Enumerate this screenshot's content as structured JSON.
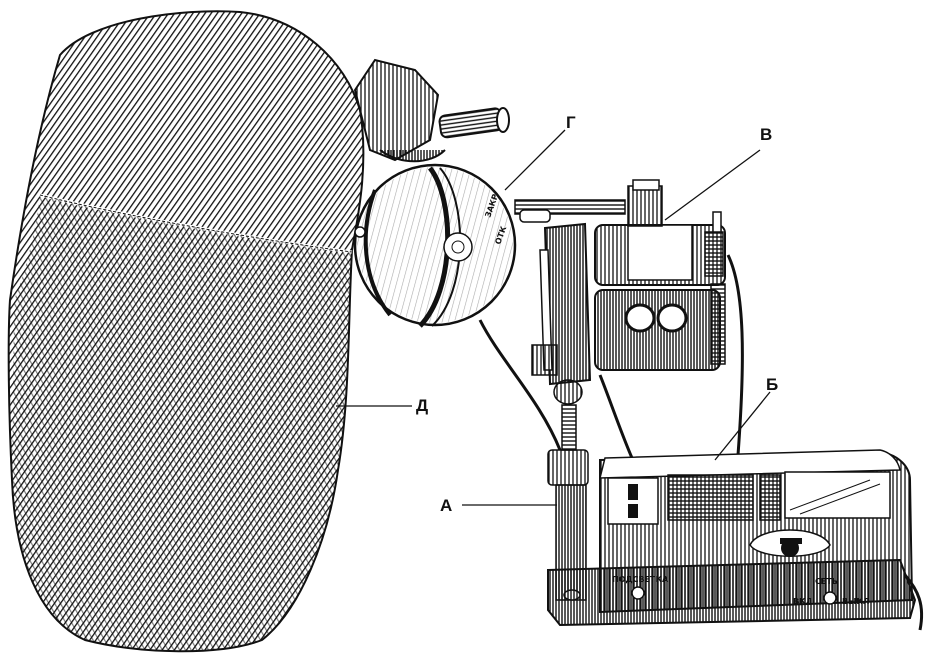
{
  "labels": {
    "A": "А",
    "B": "Б",
    "V": "В",
    "G": "Г",
    "D": "Д"
  },
  "panel_text": {
    "backlight": "ПОДСВЕТКА",
    "network": "СЕТЬ",
    "on": "ВКЛ",
    "off": "ВЫКЛ"
  },
  "dial_text": {
    "closed": "ЗАКР",
    "open": "ОТК"
  },
  "colors": {
    "ink": "#111111",
    "paper": "#ffffff"
  }
}
